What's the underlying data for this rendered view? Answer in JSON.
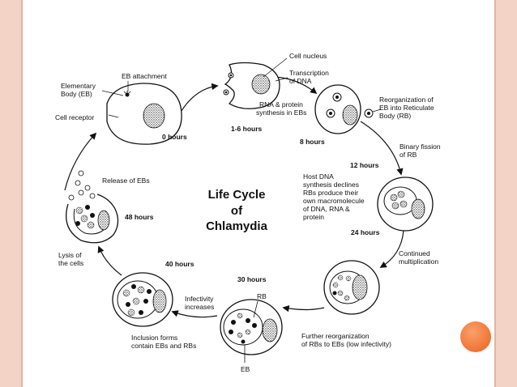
{
  "title": [
    "Life Cycle",
    "of",
    "Chlamydia"
  ],
  "hours": {
    "h0": "0 hours",
    "h1_6": "1-6 hours",
    "h8": "8 hours",
    "h12": "12 hours",
    "h24": "24 hours",
    "h30": "30 hours",
    "h40": "40 hours",
    "h48": "48 hours"
  },
  "labels": {
    "eb_attachment": "EB attachment",
    "elementary_body": [
      "Elementary",
      "Body (EB)"
    ],
    "cell_receptor": "Cell receptor",
    "cell_nucleus": "Cell nucleus",
    "transcription": [
      "Transcription",
      "of DNA"
    ],
    "rna_protein": [
      "RNA & protein",
      "synthesis in EBs"
    ],
    "reorganization": [
      "Reorganization of",
      "EB into Reticulate",
      "Body (RB)"
    ],
    "binary_fission": [
      "Binary fission",
      "of RB"
    ],
    "host_dna": [
      "Host DNA",
      "synthesis declines",
      "RBs produce their",
      "own macromolecule",
      "of DNA, RNA &",
      "protein"
    ],
    "continued": [
      "Continued",
      "multiplication"
    ],
    "further_reorg": [
      "Further reorganization",
      "of RBs to EBs (low infectivity)"
    ],
    "rb": "RB",
    "eb": "EB",
    "infectivity": [
      "Infectivity",
      "increases"
    ],
    "inclusion": [
      "Inclusion forms",
      "contain EBs and RBs"
    ],
    "lysis": [
      "Lysis of",
      "the cells"
    ],
    "release": "Release of EBs"
  }
}
